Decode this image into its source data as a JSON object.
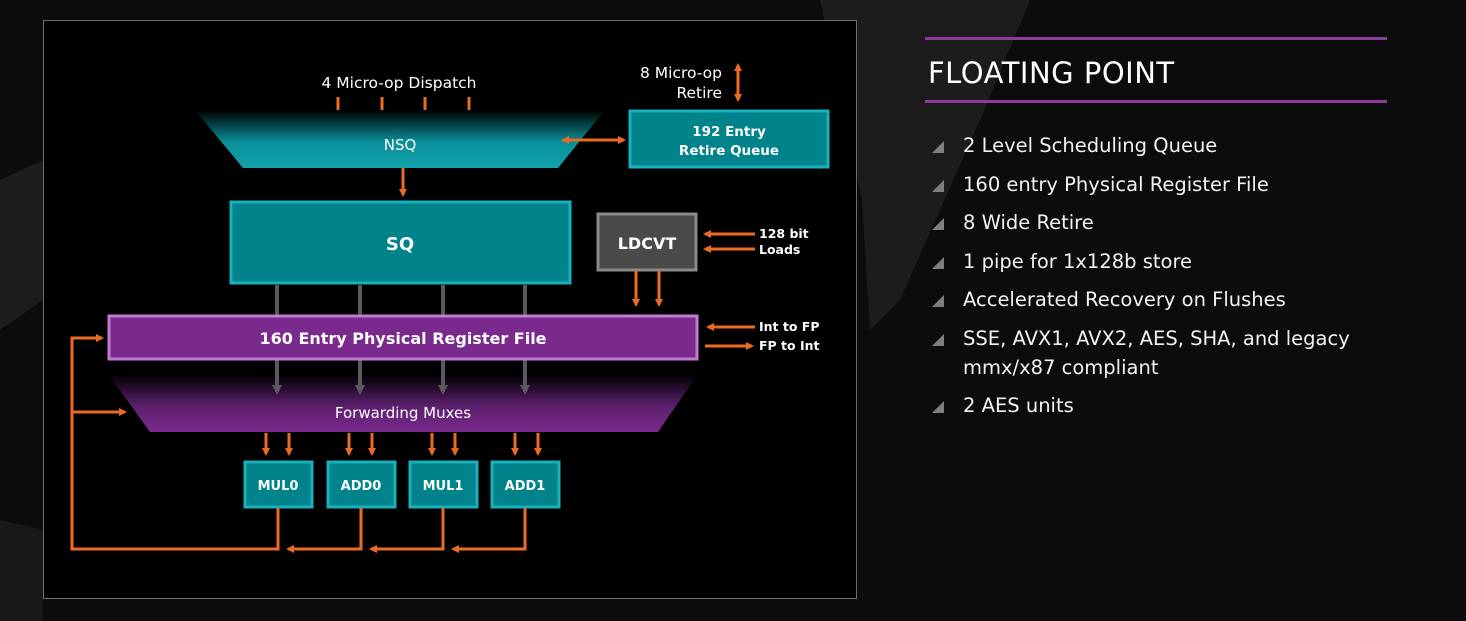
{
  "diagram": {
    "dispatch_label": "4 Micro-op Dispatch",
    "retire_label_line1": "8 Micro-op",
    "retire_label_line2": "Retire",
    "nsq": "NSQ",
    "retire_queue_line1": "192 Entry",
    "retire_queue_line2": "Retire Queue",
    "sq": "SQ",
    "ldcvt": "LDCVT",
    "loads_line1": "128 bit",
    "loads_line2": "Loads",
    "prf": "160 Entry Physical Register File",
    "int_to_fp": "Int to FP",
    "fp_to_int": "FP to Int",
    "forwarding": "Forwarding Muxes",
    "units": [
      "MUL0",
      "ADD0",
      "MUL1",
      "ADD1"
    ],
    "colors": {
      "teal": "#00838a",
      "teal_border": "#19b1bb",
      "purple": "#7a2a8c",
      "purple_border": "#c37ad3",
      "orange": "#ec6b24",
      "gray_arrow": "#5a5a5a",
      "ldcvt_fill": "#4a4a4a",
      "ldcvt_border": "#8a8a8a"
    }
  },
  "side": {
    "title": "FLOATING POINT",
    "bullets": [
      "2 Level Scheduling Queue",
      "160 entry Physical Register File",
      "8 Wide Retire",
      "1 pipe for 1x128b store",
      "Accelerated Recovery on Flushes",
      "SSE, AVX1, AVX2, AES, SHA, and legacy mmx/x87 compliant",
      "2 AES units"
    ]
  }
}
